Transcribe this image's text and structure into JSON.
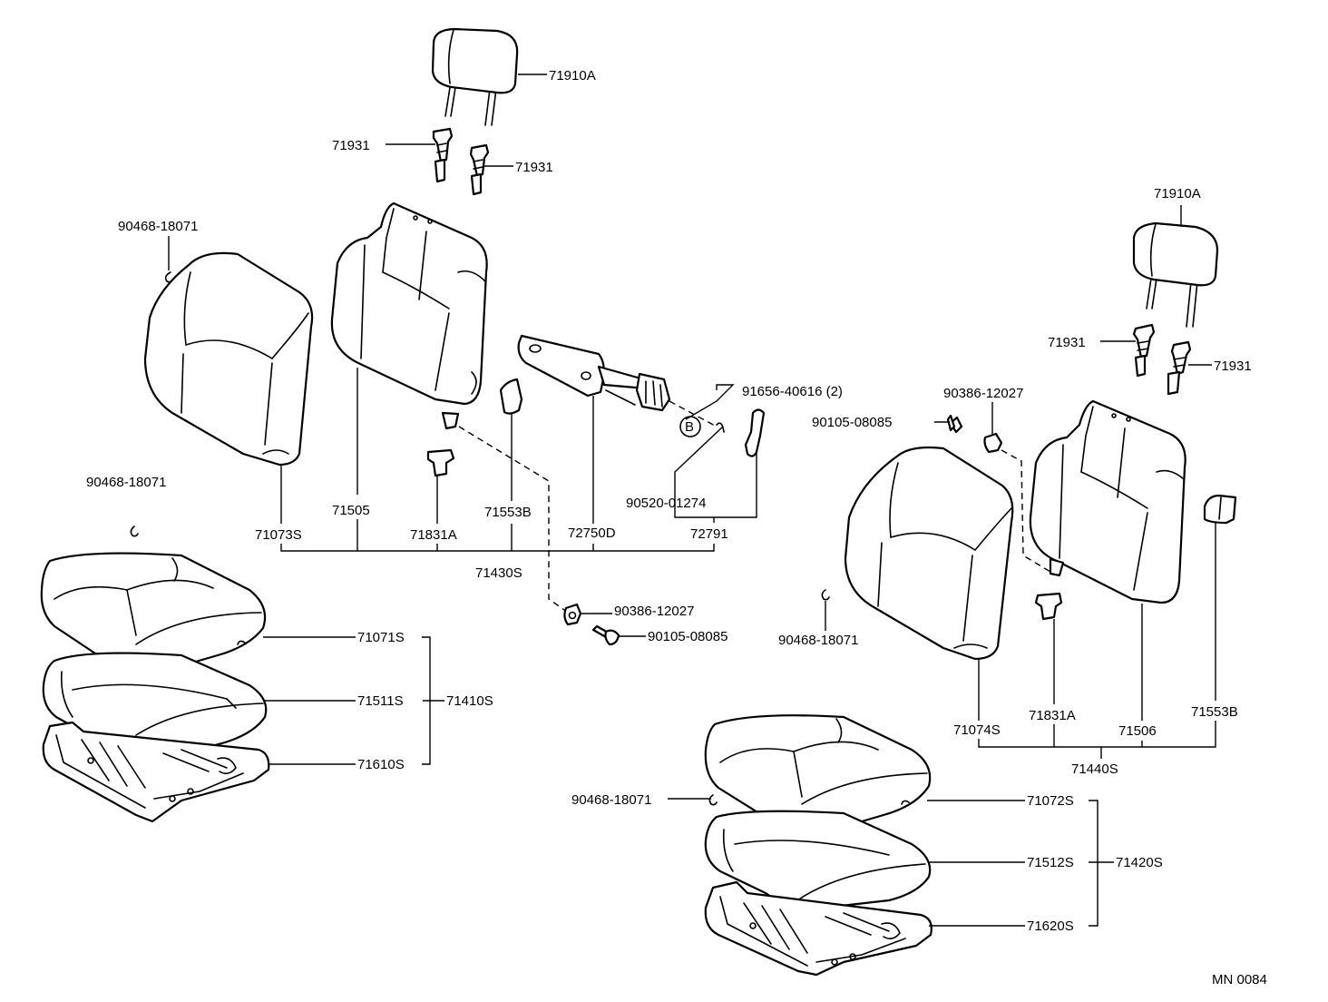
{
  "diagram_code": "MN 0084",
  "labels": {
    "hr_headrest": "71910A",
    "hr_support_left": "71931",
    "hr_support_right": "71931",
    "hr_clip_backcover": "90468-18071",
    "hr_backpad": "71505",
    "hr_backcover": "71073S",
    "hr_lock": "71831A",
    "hr_cap": "71553B",
    "hr_bracket": "72750D",
    "hr_screw": "91656-40616 (2)",
    "hr_pin": "90520-01274",
    "hr_lever": "72791",
    "hr_back_assy": "71430S",
    "hr_nut": "90386-12027",
    "hr_bolt": "90105-08085",
    "hr_clip_cushion": "90468-18071",
    "hr_cushion_cover": "71071S",
    "hr_cushion_pad": "71511S",
    "hr_cushion_assy": "71410S",
    "hr_cushion_frame": "71610S",
    "rr_headrest": "71910A",
    "rr_support_left": "71931",
    "rr_support_right": "71931",
    "rr_nut": "90386-12027",
    "rr_bolt": "90105-08085",
    "rr_clip_backcover": "90468-18071",
    "rr_backcover": "71074S",
    "rr_lock": "71831A",
    "rr_backpad": "71506",
    "rr_cap": "71553B",
    "rr_back_assy": "71440S",
    "rr_clip_cushion": "90468-18071",
    "rr_cushion_cover": "71072S",
    "rr_cushion_pad": "71512S",
    "rr_cushion_assy": "71420S",
    "rr_cushion_frame": "71620S",
    "ref_mark": "B"
  }
}
